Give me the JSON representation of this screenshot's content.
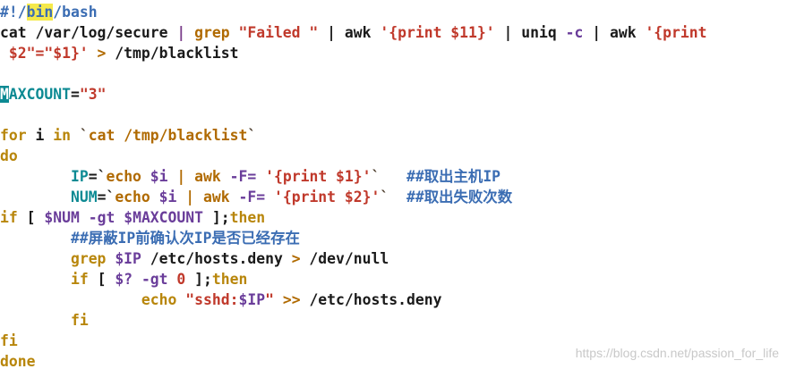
{
  "editor": {
    "colors": {
      "background": "#ffffff",
      "comment": "#3b6db3",
      "keyword": "#b8860b",
      "string": "#c0392b",
      "variable": "#6a3d9a",
      "assign_variable": "#0d8a93",
      "search_highlight": "#f5e94a"
    },
    "lines": [
      [
        {
          "t": "#!/",
          "c": "comment"
        },
        {
          "t": "bin",
          "c": "comment",
          "h": "search"
        },
        {
          "t": "/bash",
          "c": "comment"
        }
      ],
      [
        {
          "t": "cat /var/log/secure ",
          "c": "plain"
        },
        {
          "t": "| ",
          "c": "pipe"
        },
        {
          "t": "grep ",
          "c": "op"
        },
        {
          "t": "\"Failed \"",
          "c": "str"
        },
        {
          "t": " | awk ",
          "c": "plain"
        },
        {
          "t": "'{print $11}'",
          "c": "str"
        },
        {
          "t": " | uniq ",
          "c": "plain"
        },
        {
          "t": "-c",
          "c": "var"
        },
        {
          "t": " | awk ",
          "c": "plain"
        },
        {
          "t": "'{print",
          "c": "str"
        }
      ],
      [
        {
          "t": " $2\"=\"$1}'",
          "c": "str"
        },
        {
          "t": " > ",
          "c": "op"
        },
        {
          "t": "/tmp/blacklist",
          "c": "plain"
        }
      ],
      [],
      [
        {
          "t": "M",
          "c": "assignvar",
          "h": "cursor"
        },
        {
          "t": "AXCOUNT",
          "c": "assignvar"
        },
        {
          "t": "=",
          "c": "plain"
        },
        {
          "t": "\"3\"",
          "c": "str"
        }
      ],
      [],
      [
        {
          "t": "for",
          "c": "kw"
        },
        {
          "t": " i ",
          "c": "plain"
        },
        {
          "t": "in",
          "c": "kw"
        },
        {
          "t": " `",
          "c": "backtick"
        },
        {
          "t": "cat /tmp/blacklist",
          "c": "op"
        },
        {
          "t": "`",
          "c": "backtick"
        }
      ],
      [
        {
          "t": "do",
          "c": "kw"
        }
      ],
      [
        {
          "t": "        ",
          "c": "plain"
        },
        {
          "t": "IP",
          "c": "assignvar"
        },
        {
          "t": "=`",
          "c": "plain"
        },
        {
          "t": "echo ",
          "c": "op"
        },
        {
          "t": "$i",
          "c": "var"
        },
        {
          "t": " | awk ",
          "c": "op"
        },
        {
          "t": "-F=",
          "c": "var"
        },
        {
          "t": " ",
          "c": "plain"
        },
        {
          "t": "'{print $1}'",
          "c": "str"
        },
        {
          "t": "`   ",
          "c": "backtick"
        },
        {
          "t": "##取出主机IP",
          "c": "comment"
        }
      ],
      [
        {
          "t": "        ",
          "c": "plain"
        },
        {
          "t": "NUM",
          "c": "assignvar"
        },
        {
          "t": "=`",
          "c": "plain"
        },
        {
          "t": "echo ",
          "c": "op"
        },
        {
          "t": "$i",
          "c": "var"
        },
        {
          "t": " | awk ",
          "c": "op"
        },
        {
          "t": "-F=",
          "c": "var"
        },
        {
          "t": " ",
          "c": "plain"
        },
        {
          "t": "'{print $2}'",
          "c": "str"
        },
        {
          "t": "`  ",
          "c": "backtick"
        },
        {
          "t": "##取出失败次数",
          "c": "comment"
        }
      ],
      [
        {
          "t": "if",
          "c": "kw"
        },
        {
          "t": " [ ",
          "c": "plain"
        },
        {
          "t": "$NUM",
          "c": "var"
        },
        {
          "t": " ",
          "c": "plain"
        },
        {
          "t": "-gt",
          "c": "var"
        },
        {
          "t": " ",
          "c": "plain"
        },
        {
          "t": "$MAXCOUNT",
          "c": "var"
        },
        {
          "t": " ];",
          "c": "plain"
        },
        {
          "t": "then",
          "c": "kw"
        }
      ],
      [
        {
          "t": "        ",
          "c": "plain"
        },
        {
          "t": "##屏蔽IP前确认次IP是否已经存在",
          "c": "comment"
        }
      ],
      [
        {
          "t": "        ",
          "c": "plain"
        },
        {
          "t": "grep",
          "c": "kw"
        },
        {
          "t": " ",
          "c": "plain"
        },
        {
          "t": "$IP",
          "c": "var"
        },
        {
          "t": " /etc/hosts.deny ",
          "c": "plain"
        },
        {
          "t": ">",
          "c": "op"
        },
        {
          "t": " /dev/null",
          "c": "plain"
        }
      ],
      [
        {
          "t": "        ",
          "c": "plain"
        },
        {
          "t": "if",
          "c": "kw"
        },
        {
          "t": " [ ",
          "c": "plain"
        },
        {
          "t": "$?",
          "c": "var"
        },
        {
          "t": " ",
          "c": "plain"
        },
        {
          "t": "-gt",
          "c": "var"
        },
        {
          "t": " ",
          "c": "plain"
        },
        {
          "t": "0",
          "c": "str"
        },
        {
          "t": " ];",
          "c": "plain"
        },
        {
          "t": "then",
          "c": "kw"
        }
      ],
      [
        {
          "t": "                ",
          "c": "plain"
        },
        {
          "t": "echo",
          "c": "kw"
        },
        {
          "t": " ",
          "c": "plain"
        },
        {
          "t": "\"sshd:",
          "c": "str"
        },
        {
          "t": "$IP",
          "c": "var"
        },
        {
          "t": "\"",
          "c": "str"
        },
        {
          "t": " >> ",
          "c": "op"
        },
        {
          "t": "/etc/hosts.deny",
          "c": "plain"
        }
      ],
      [
        {
          "t": "        ",
          "c": "plain"
        },
        {
          "t": "fi",
          "c": "kw"
        }
      ],
      [
        {
          "t": "fi",
          "c": "kw"
        }
      ],
      [
        {
          "t": "done",
          "c": "kw"
        }
      ]
    ]
  },
  "watermark": {
    "text": "https://blog.csdn.net/passion_for_life"
  }
}
